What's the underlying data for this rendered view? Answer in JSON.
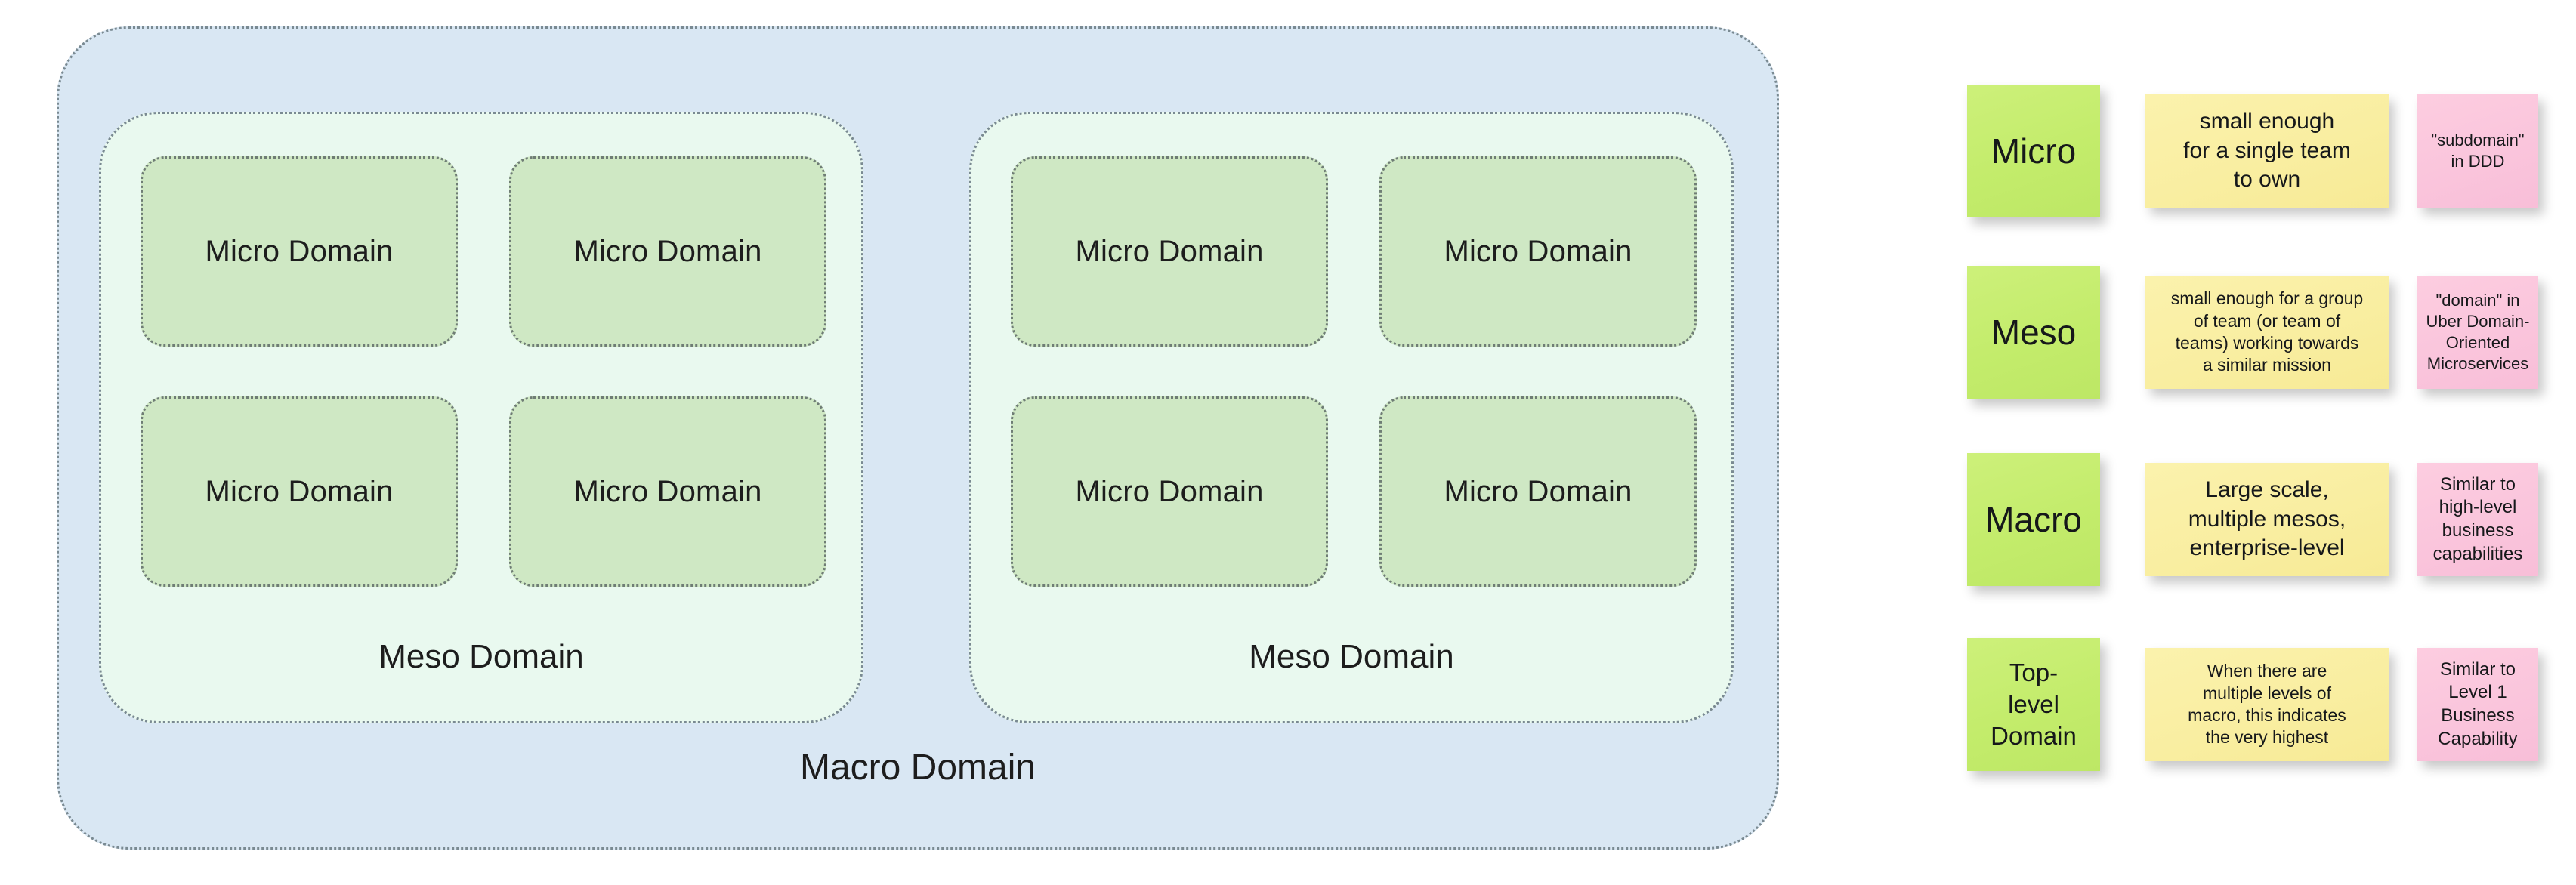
{
  "diagram": {
    "macro": {
      "label": "Macro Domain",
      "fill": "#d9e7f3",
      "border_color": "#7a8a92"
    },
    "mesos": [
      {
        "label": "Meso Domain",
        "fill": "#e9f9ef",
        "micros": [
          {
            "label": "Micro Domain"
          },
          {
            "label": "Micro Domain"
          },
          {
            "label": "Micro Domain"
          },
          {
            "label": "Micro Domain"
          }
        ]
      },
      {
        "label": "Meso Domain",
        "fill": "#e9f9ef",
        "micros": [
          {
            "label": "Micro Domain"
          },
          {
            "label": "Micro Domain"
          },
          {
            "label": "Micro Domain"
          },
          {
            "label": "Micro Domain"
          }
        ]
      }
    ],
    "micro_fill": "#cfe8c4"
  },
  "legend": {
    "colors": {
      "term": "#c6ee71",
      "description": "#f9eea1",
      "analogy": "#fac5dc"
    },
    "rows": [
      {
        "term": "Micro",
        "description": "small enough\nfor a single team\nto own",
        "analogy": "\"subdomain\"\nin DDD"
      },
      {
        "term": "Meso",
        "description": "small enough for a group\nof team (or team of\nteams) working towards\na similar mission",
        "analogy": "\"domain\" in\nUber Domain-\nOriented\nMicroservices"
      },
      {
        "term": "Macro",
        "description": "Large scale,\nmultiple mesos,\nenterprise-level",
        "analogy": "Similar to\nhigh-level\nbusiness\ncapabilities"
      },
      {
        "term": "Top-\nlevel\nDomain",
        "description": "When there are\nmultiple levels of\nmacro, this indicates\nthe very highest",
        "analogy": "Similar to\nLevel 1\nBusiness\nCapability"
      }
    ]
  }
}
